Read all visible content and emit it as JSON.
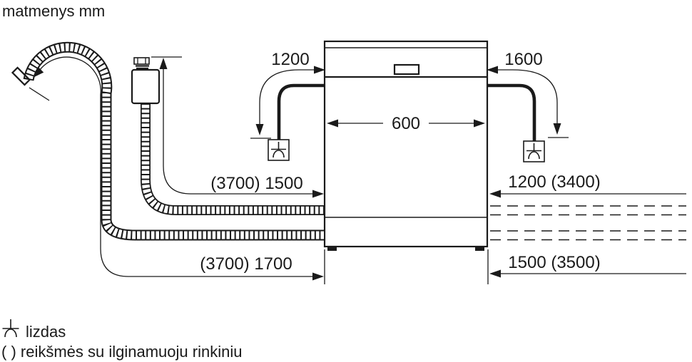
{
  "title": "matmenys mm",
  "dimensions": {
    "cord_left": "1200",
    "cord_right": "1600",
    "appliance_width": "600",
    "supply_hose_length": "(3700) 1500",
    "clearance_upper_right": "1200 (3400)",
    "drain_hose_length": "(3700) 1700",
    "clearance_lower_right": "1500 (3500)"
  },
  "legend": {
    "socket_label": "lizdas",
    "parentheses_note": "( ) reikšmės su ilginamuoju rinkiniu"
  },
  "colors": {
    "ink": "#1a1a1a",
    "background": "#ffffff"
  }
}
